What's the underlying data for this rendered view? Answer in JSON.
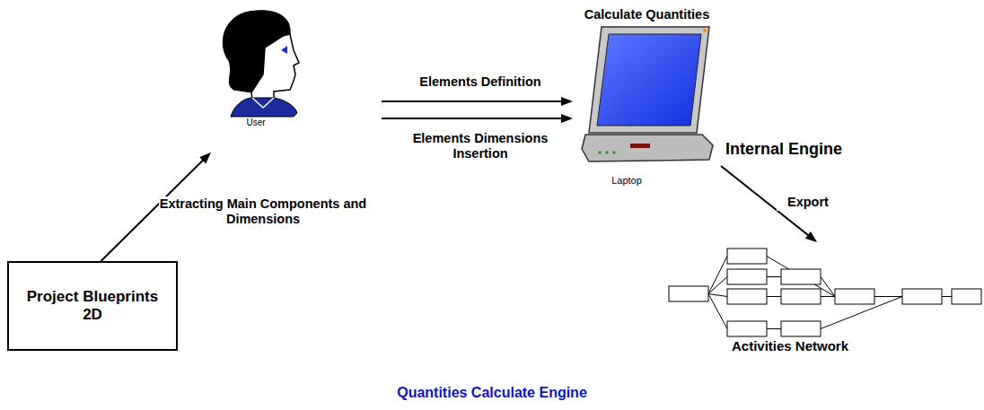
{
  "diagram": {
    "caption": "Quantities Calculate Engine",
    "nodes": [
      {
        "text": [
          "Project Blueprints 2D"
        ]
      },
      {
        "text": [
          "User"
        ]
      },
      {
        "text": [
          "Calculate Quantities",
          "Laptop"
        ]
      },
      {
        "text": [
          "Activities Network"
        ]
      }
    ],
    "edges": [
      {
        "from": 0,
        "to": 1,
        "arrow": "to",
        "label": "Extracting Main Components and Dimensions"
      },
      {
        "from": 1,
        "to": 2,
        "arrow": "to",
        "label": "Elements Definition"
      },
      {
        "from": 1,
        "to": 2,
        "arrow": "to",
        "label": "Elements Dimensions Insertion"
      },
      {
        "from": 2,
        "to": 3,
        "arrow": "to",
        "label": "Export"
      }
    ],
    "labels": [
      "Internal Engine"
    ]
  }
}
